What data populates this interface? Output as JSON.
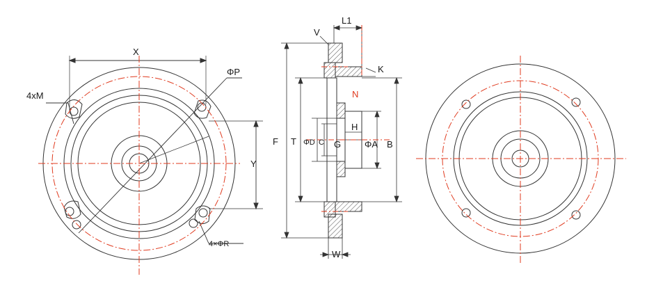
{
  "labels": {
    "X": "X",
    "P": "ΦP",
    "M": "4xM",
    "Y": "Y",
    "R": "4×ΦR",
    "V": "V",
    "L1": "L1",
    "K": "K",
    "N": "N",
    "F": "F",
    "T": "T",
    "D": "ΦD",
    "C": "C",
    "H": "H",
    "G": "G",
    "A": "ΦA",
    "B": "B",
    "W": "W"
  },
  "colors": {
    "line": "#333333",
    "center": "#e03a1e",
    "background": "#ffffff"
  }
}
